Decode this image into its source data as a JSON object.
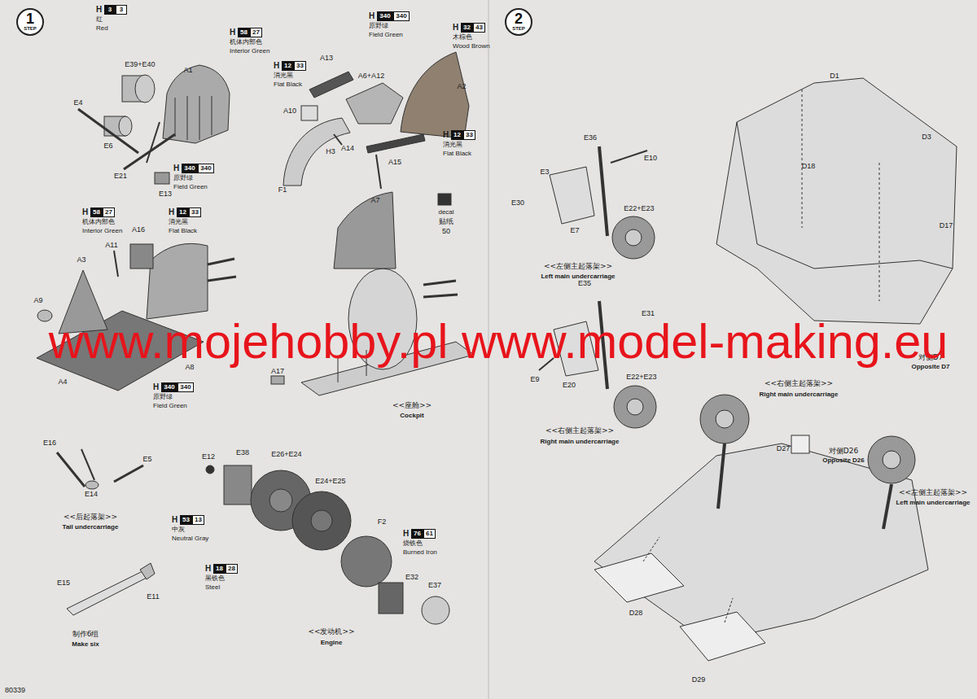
{
  "diagram": {
    "nodes": [
      {
        "text": [
          "1",
          "STEP"
        ]
      },
      {
        "text": [
          "3"
        ]
      },
      {
        "text": [
          "3"
        ]
      },
      {
        "text": [
          "58"
        ]
      },
      {
        "text": [
          "27"
        ]
      },
      {
        "text": [
          "340"
        ]
      },
      {
        "text": [
          "340"
        ]
      },
      {
        "text": [
          "32"
        ]
      },
      {
        "text": [
          "43"
        ]
      },
      {
        "text": [
          "12"
        ]
      },
      {
        "text": [
          "33"
        ]
      },
      {
        "text": [
          "12"
        ]
      },
      {
        "text": [
          "33"
        ]
      },
      {
        "text": [
          "340"
        ]
      },
      {
        "text": [
          "340"
        ]
      },
      {
        "text": [
          "58"
        ]
      },
      {
        "text": [
          "27"
        ]
      },
      {
        "text": [
          "12"
        ]
      },
      {
        "text": [
          "33"
        ]
      },
      {
        "text": [
          "340"
        ]
      },
      {
        "text": [
          "340"
        ]
      },
      {
        "text": [
          "53"
        ]
      },
      {
        "text": [
          "13"
        ]
      },
      {
        "text": [
          "76"
        ]
      },
      {
        "text": [
          "61"
        ]
      },
      {
        "text": [
          "18"
        ]
      },
      {
        "text": [
          "28"
        ]
      },
      {
        "text": [
          "2",
          "STEP"
        ]
      }
    ],
    "labels": [
      "H",
      "红",
      "Red",
      "H",
      "机体内部色",
      "Interior Green",
      "E39+E40",
      "A1",
      "E4",
      "E6",
      "E21",
      "E13",
      "H",
      "原野绿",
      "Field Green",
      "H",
      "原野绿",
      "Field Green",
      "H",
      "木棕色",
      "Wood Brown",
      "A13",
      "A6+A12",
      "A2",
      "H",
      "消光黑",
      "Flat Black",
      "A10",
      "H3",
      "A14",
      "H",
      "消光黑",
      "Flat Black",
      "A15",
      "A7",
      "F1",
      "decal",
      "贴纸",
      "50",
      "H",
      "机体内部色",
      "Interior Green",
      "H",
      "消光黑",
      "Flat Black",
      "A16",
      "A11",
      "A3",
      "A9",
      "A8",
      "A4",
      "A17",
      "H",
      "原野绿",
      "Field Green",
      "<<座舱>>",
      "Cockpit",
      "E16",
      "E5",
      "E14",
      "<<后起落架>>",
      "Tail undercarriage",
      "E15",
      "E11",
      "制作6组",
      "Make six",
      "E12",
      "E38",
      "E26+E24",
      "E24+E25",
      "F2",
      "H",
      "中灰",
      "Neutral Gray",
      "H",
      "烧铁色",
      "Burned Iron",
      "H",
      "黑铁色",
      "Steel",
      "E32",
      "E37",
      "<<发动机>>",
      "Engine",
      "80339",
      "E36",
      "E10",
      "E3",
      "E30",
      "E22+E23",
      "E7",
      "<<左侧主起落架>>",
      "Left main undercarriage",
      "D1",
      "D3",
      "D18",
      "D17",
      "对侧D7",
      "Opposite D7",
      "E35",
      "E31",
      "E9",
      "E20",
      "E22+E23",
      "<<右侧主起落架>>",
      "Right main undercarriage",
      "<<右侧主起落架>>",
      "Right main undercarriage",
      "D27",
      "对侧D26",
      "Opposite D26",
      "<<左侧主起落架>>",
      "Left main undercarriage",
      "D28",
      "D29",
      "www.mojehobby.pl www.model-making.eu"
    ]
  }
}
